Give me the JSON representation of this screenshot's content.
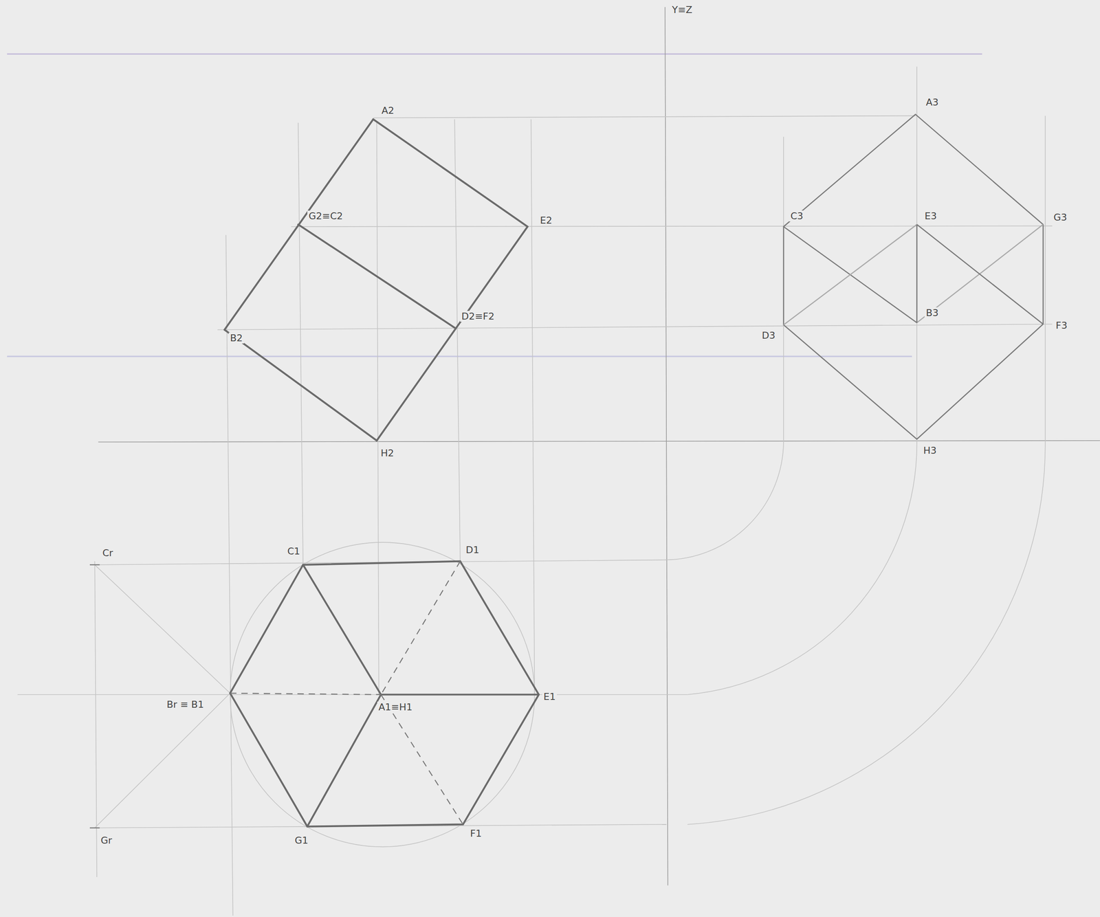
{
  "diagram": {
    "labels": [
      "Y≡Z",
      "A2",
      "G2≡C2",
      "E2",
      "D2≡F2",
      "B2",
      "H2",
      "A3",
      "C3",
      "E3",
      "G3",
      "B3",
      "D3",
      "F3",
      "H3",
      "C1",
      "D1",
      "Cr",
      "Br ≡ B1",
      "A1≡H1",
      "E1",
      "F1",
      "G1",
      "Gr"
    ]
  }
}
